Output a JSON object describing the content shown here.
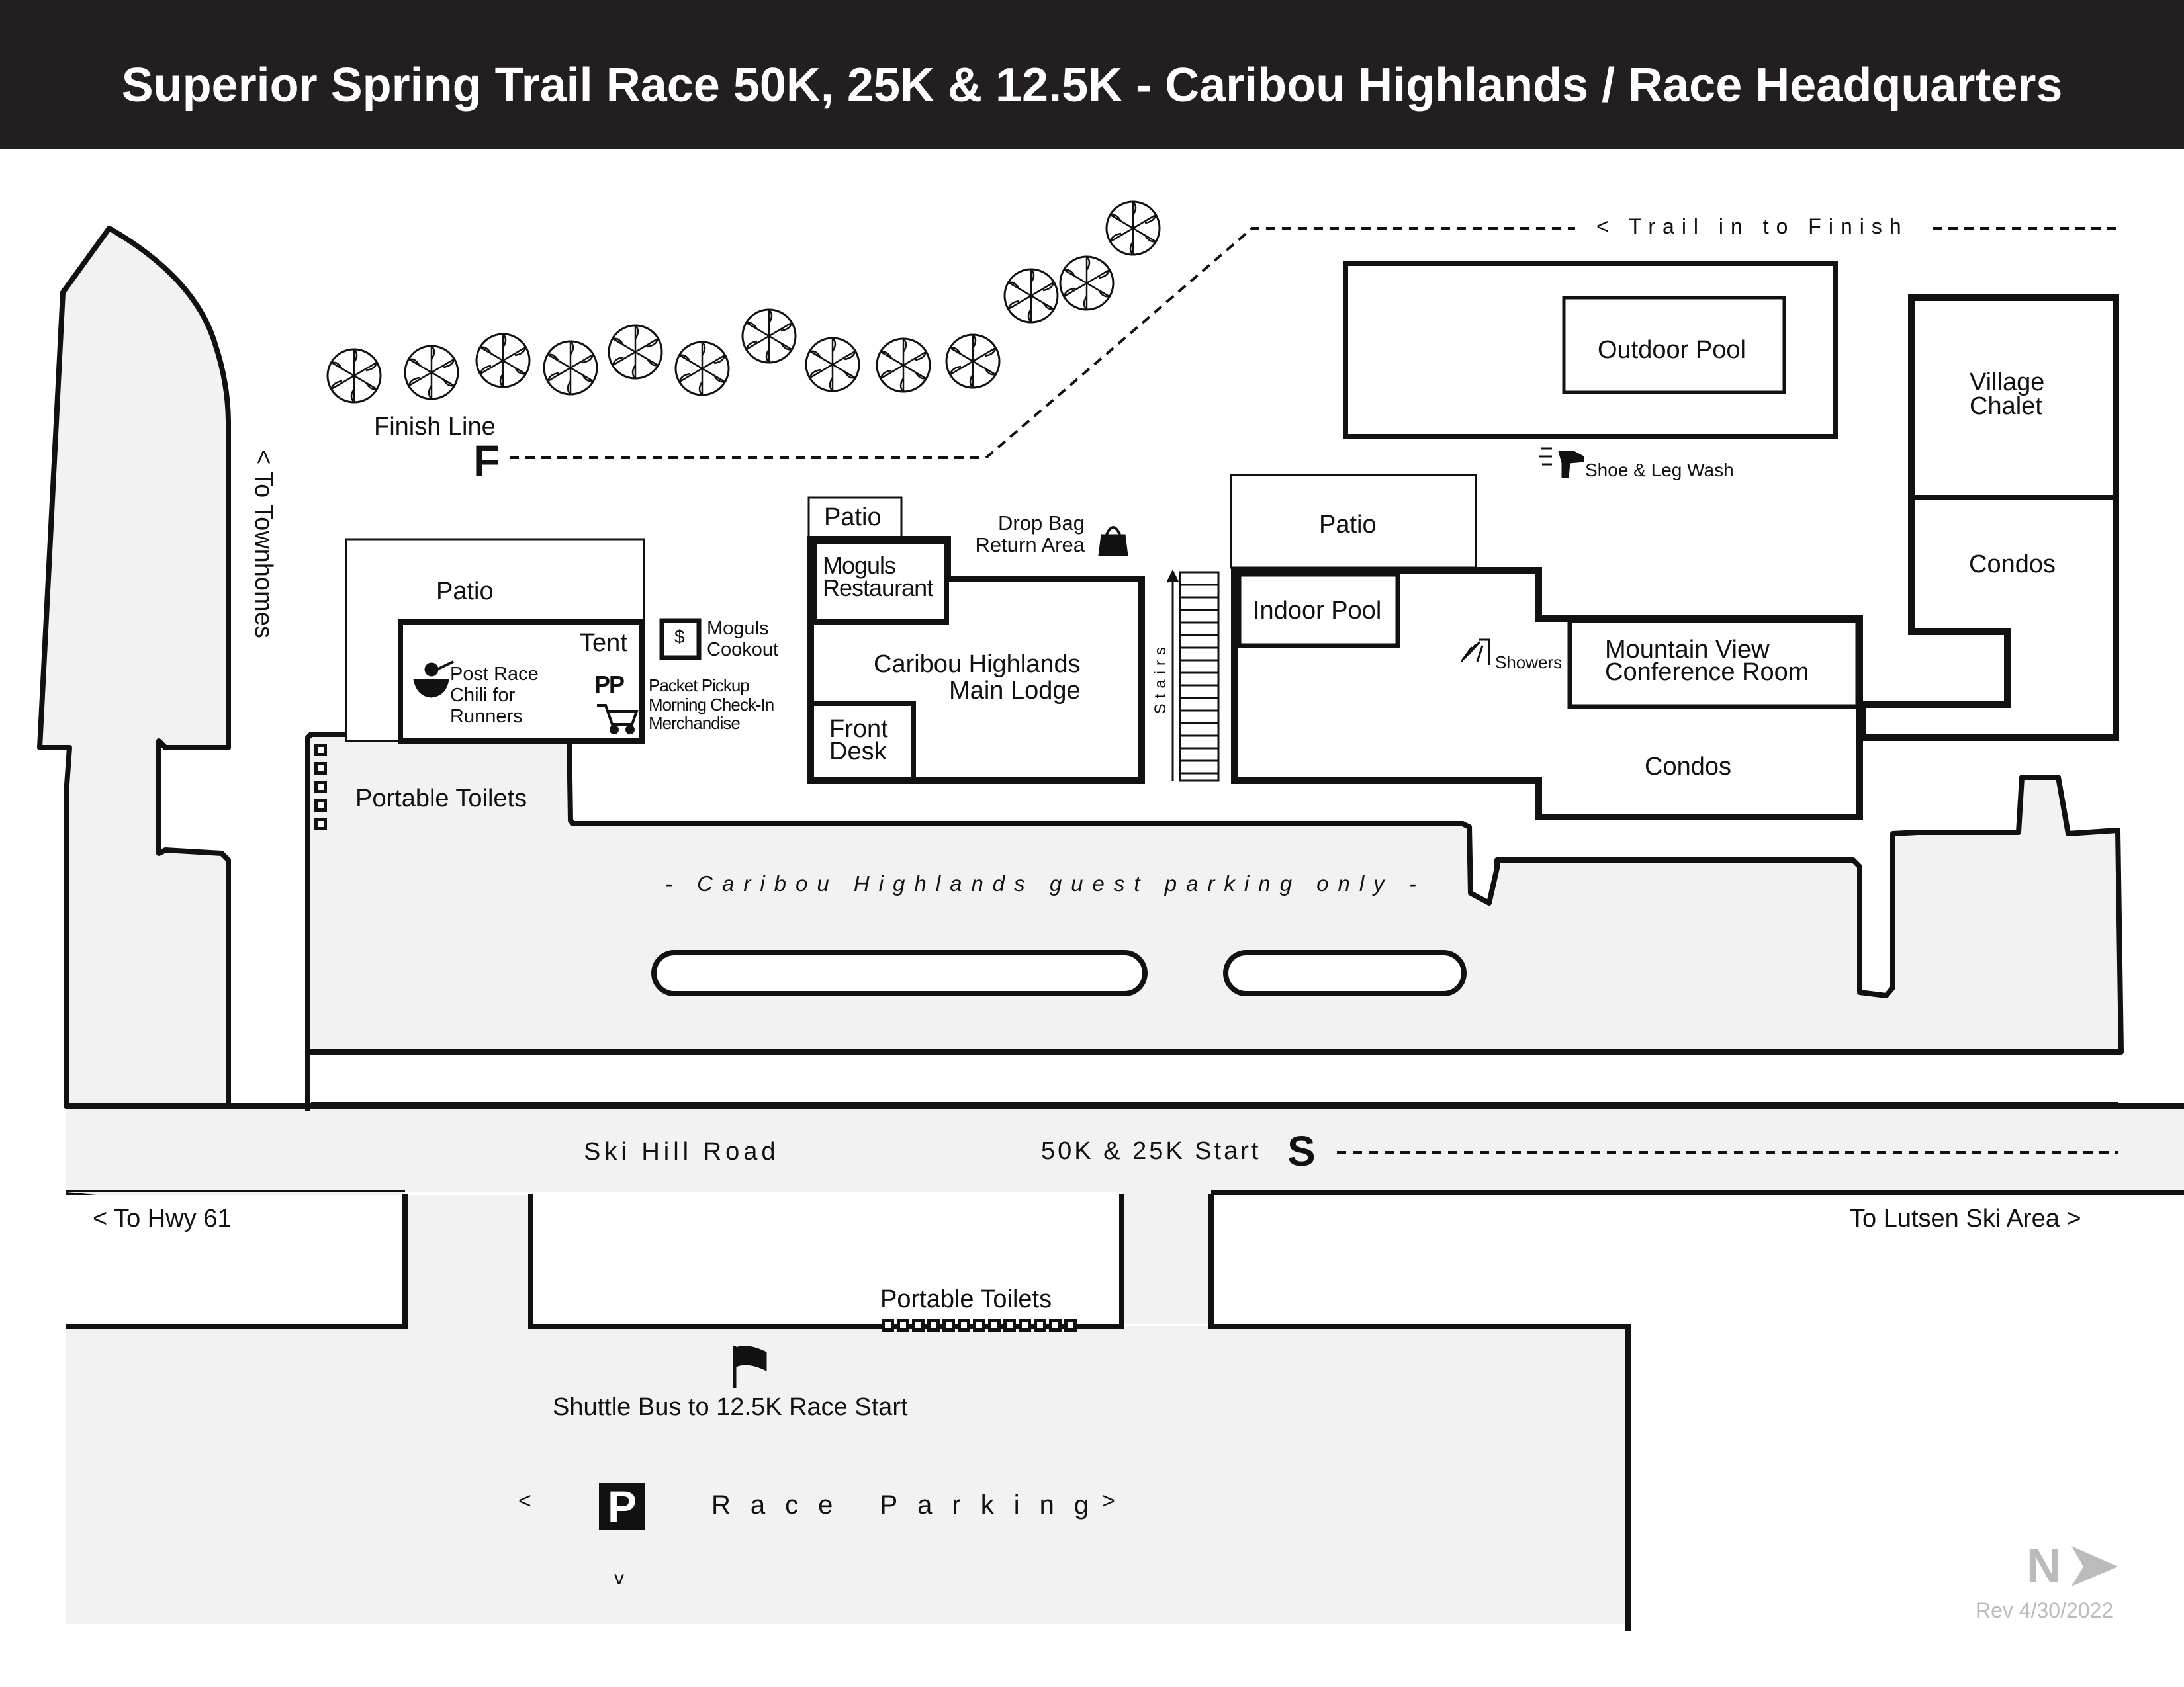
{
  "header": {
    "title": "Superior Spring Trail Race 50K, 25K & 12.5K - Caribou Highlands / Race Headquarters"
  },
  "colors": {
    "banner": "#231f20",
    "road": "#f2f2f2",
    "outline": "#111111",
    "muted": "#bbbbbb"
  },
  "labels": {
    "trail_in": "< Trail in to Finish",
    "finish_line": "Finish Line",
    "finish_marker": "F",
    "to_townhomes": "< To Townhomes",
    "patio_left": "Patio",
    "tent": "Tent",
    "chili": [
      "Post Race",
      "Chili for",
      "Runners"
    ],
    "pp_mark": "PP",
    "packet": [
      "Packet Pickup",
      "Morning Check-In",
      "Merchandise"
    ],
    "moguls_cookout": [
      "Moguls",
      "Cookout"
    ],
    "dollar": "$",
    "portable_toilets_left": "Portable Toilets",
    "patio_moguls": "Patio",
    "moguls_restaurant": [
      "Moguls",
      "Restaurant"
    ],
    "drop_bag": [
      "Drop Bag",
      "Return Area"
    ],
    "main_lodge": [
      "Caribou Highlands",
      "Main Lodge"
    ],
    "front_desk": [
      "Front",
      "Desk"
    ],
    "stairs": "Stairs",
    "patio_right": "Patio",
    "indoor_pool": "Indoor Pool",
    "showers": "Showers",
    "mountain_view": [
      "Mountain View",
      "Conference Room"
    ],
    "condos_lower": "Condos",
    "outdoor_pool": "Outdoor Pool",
    "shoe_wash": "Shoe & Leg Wash",
    "village_chalet": [
      "Village",
      "Chalet"
    ],
    "condos_right": "Condos",
    "guest_parking": "- Caribou Highlands guest parking only -",
    "ski_hill_road": "Ski Hill Road",
    "start_label": "50K & 25K Start",
    "start_marker": "S",
    "to_hwy": "< To Hwy 61",
    "to_lutsen": "To Lutsen Ski Area >",
    "portable_toilets_bottom": "Portable Toilets",
    "shuttle": "Shuttle Bus to 12.5K Race Start",
    "parking_left_arrow": "<",
    "parking_symbol": "P",
    "race_parking": "Race Parking",
    "parking_right_arrow": ">",
    "parking_down_arrow": "v",
    "north": "N",
    "revision": "Rev 4/30/2022"
  },
  "icons": {
    "trees": "tree-icon",
    "finish": "finish-flag-icon",
    "chili": "bowl-icon",
    "cart": "shopping-cart-icon",
    "cookout": "dollar-icon",
    "drop_bag": "bag-icon",
    "shower": "shower-icon",
    "shoe_wash": "hose-icon",
    "shuttle": "flag-icon",
    "parking": "parking-icon",
    "north": "north-arrow-icon",
    "toilet": "toilet-icon"
  }
}
